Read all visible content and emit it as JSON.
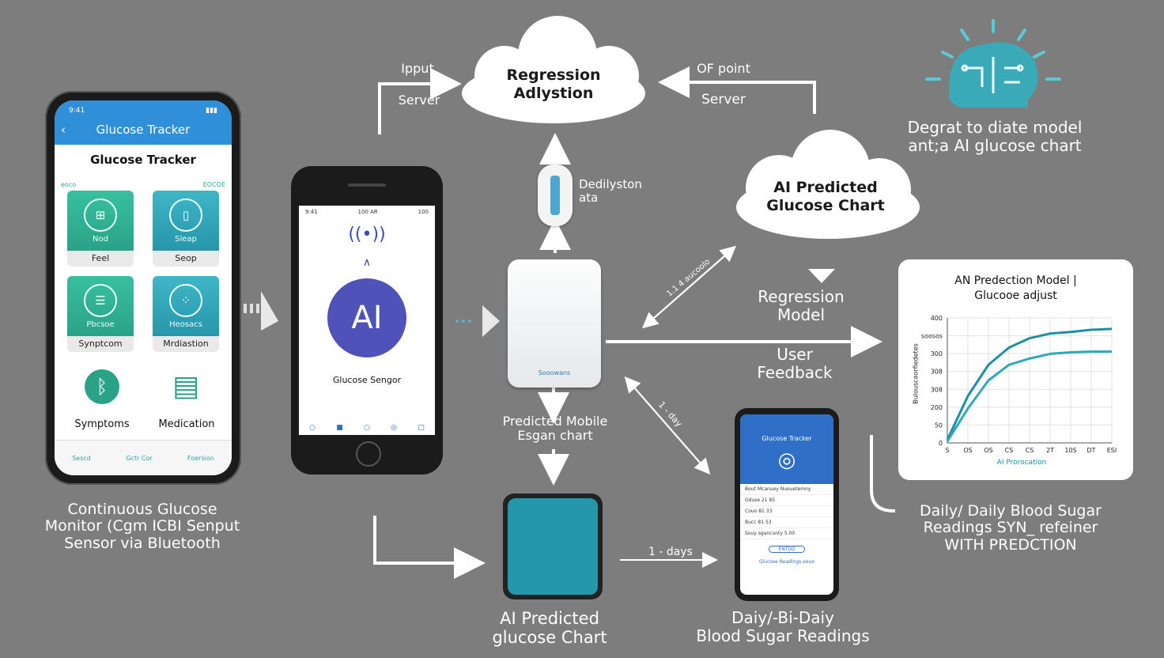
{
  "phone1": {
    "status_left": "9:41",
    "status_right": "▮▮▮",
    "header_title": "Glucose Tracker",
    "page_title": "Glucose Tracker",
    "small_left": "eoco",
    "small_right": "EOCOE",
    "tiles": [
      {
        "sub": "Nod",
        "label": "Feel"
      },
      {
        "sub": "Sleap",
        "label": "Seop"
      },
      {
        "sub": "Pbcsoe",
        "label": "Synptcom"
      },
      {
        "sub": "Heosacs",
        "label": "Mrdiastion"
      }
    ],
    "icons": [
      {
        "label": "Symptoms"
      },
      {
        "label": "Medication"
      }
    ],
    "tabbar": [
      "Sescd",
      "Gctr Cor",
      "Foersion"
    ]
  },
  "phone2": {
    "status_left": "9:41",
    "status_mid": "100 AR",
    "status_right": "100",
    "ai_label": "AI",
    "sensor_label": "Glucose Sengor"
  },
  "phone3": {
    "title": "Glucose Tracker",
    "rows": [
      "Bout Mcanuey Nuouetemny",
      "Gduse  21 85",
      "Couo  81 33",
      "Bucc  81 53",
      "Souy sgancunty  5.00"
    ],
    "button": "ENTDD",
    "footer": "Glucose Readings eeuo"
  },
  "labels": {
    "cgm": "Continuous Glucose\nMonitor (Cgm ICBI Senput\nSensor via Bluetooth",
    "input": "Ipput",
    "server_left": "Server",
    "of_point": "OF point",
    "server_right": "Server",
    "regression_cloud": "Regression\nAdlystion",
    "predicted_cloud": "AI Predicted\nGlucose Chart",
    "brain_caption": "Degrat to diate model\nant;a AI glucose chart",
    "pod_label": "Dedilyston\nata",
    "regression_model": "Regression\nModel",
    "user_feedback": "User\nFeedback",
    "diag_top": "1.1 4 aucoolo",
    "diag_bottom": "1 - day",
    "predicted_mobile": "Predicted Mobile\nEsgan chart",
    "one_day": "1 - days",
    "app_caption": "AI Predicted\nglucose Chart",
    "daily_bottom": "Daiy/-Bi-Daiy\nBlood Sugar Readings",
    "daily_right": "Daily/ Daily Blood Sugar\nReadings  SYN_  refeiner\nWITH PREDCTION",
    "device_brand": "Sooowans"
  },
  "chart_data": {
    "type": "line",
    "title": "AN Predection Model |\nGlucooe adjust",
    "ylabel": "Bulouscaorfiedetes",
    "xlabel": "AI Prorocation",
    "y_ticks": [
      "400",
      "soosos",
      "300",
      "308",
      "308",
      "200",
      "50",
      "0"
    ],
    "x_ticks": [
      "S",
      "OS",
      "OS",
      "CS",
      "CS",
      "2T",
      "10S",
      "DT",
      "ESI"
    ],
    "ylim": [
      0,
      400
    ],
    "series": [
      {
        "values": [
          10,
          150,
          250,
          305,
          335,
          350,
          355,
          362,
          365
        ]
      },
      {
        "values": [
          5,
          110,
          200,
          250,
          270,
          285,
          290,
          292,
          292
        ]
      }
    ],
    "colors": [
      "#1e8fa6",
      "#2fa8b8"
    ]
  }
}
